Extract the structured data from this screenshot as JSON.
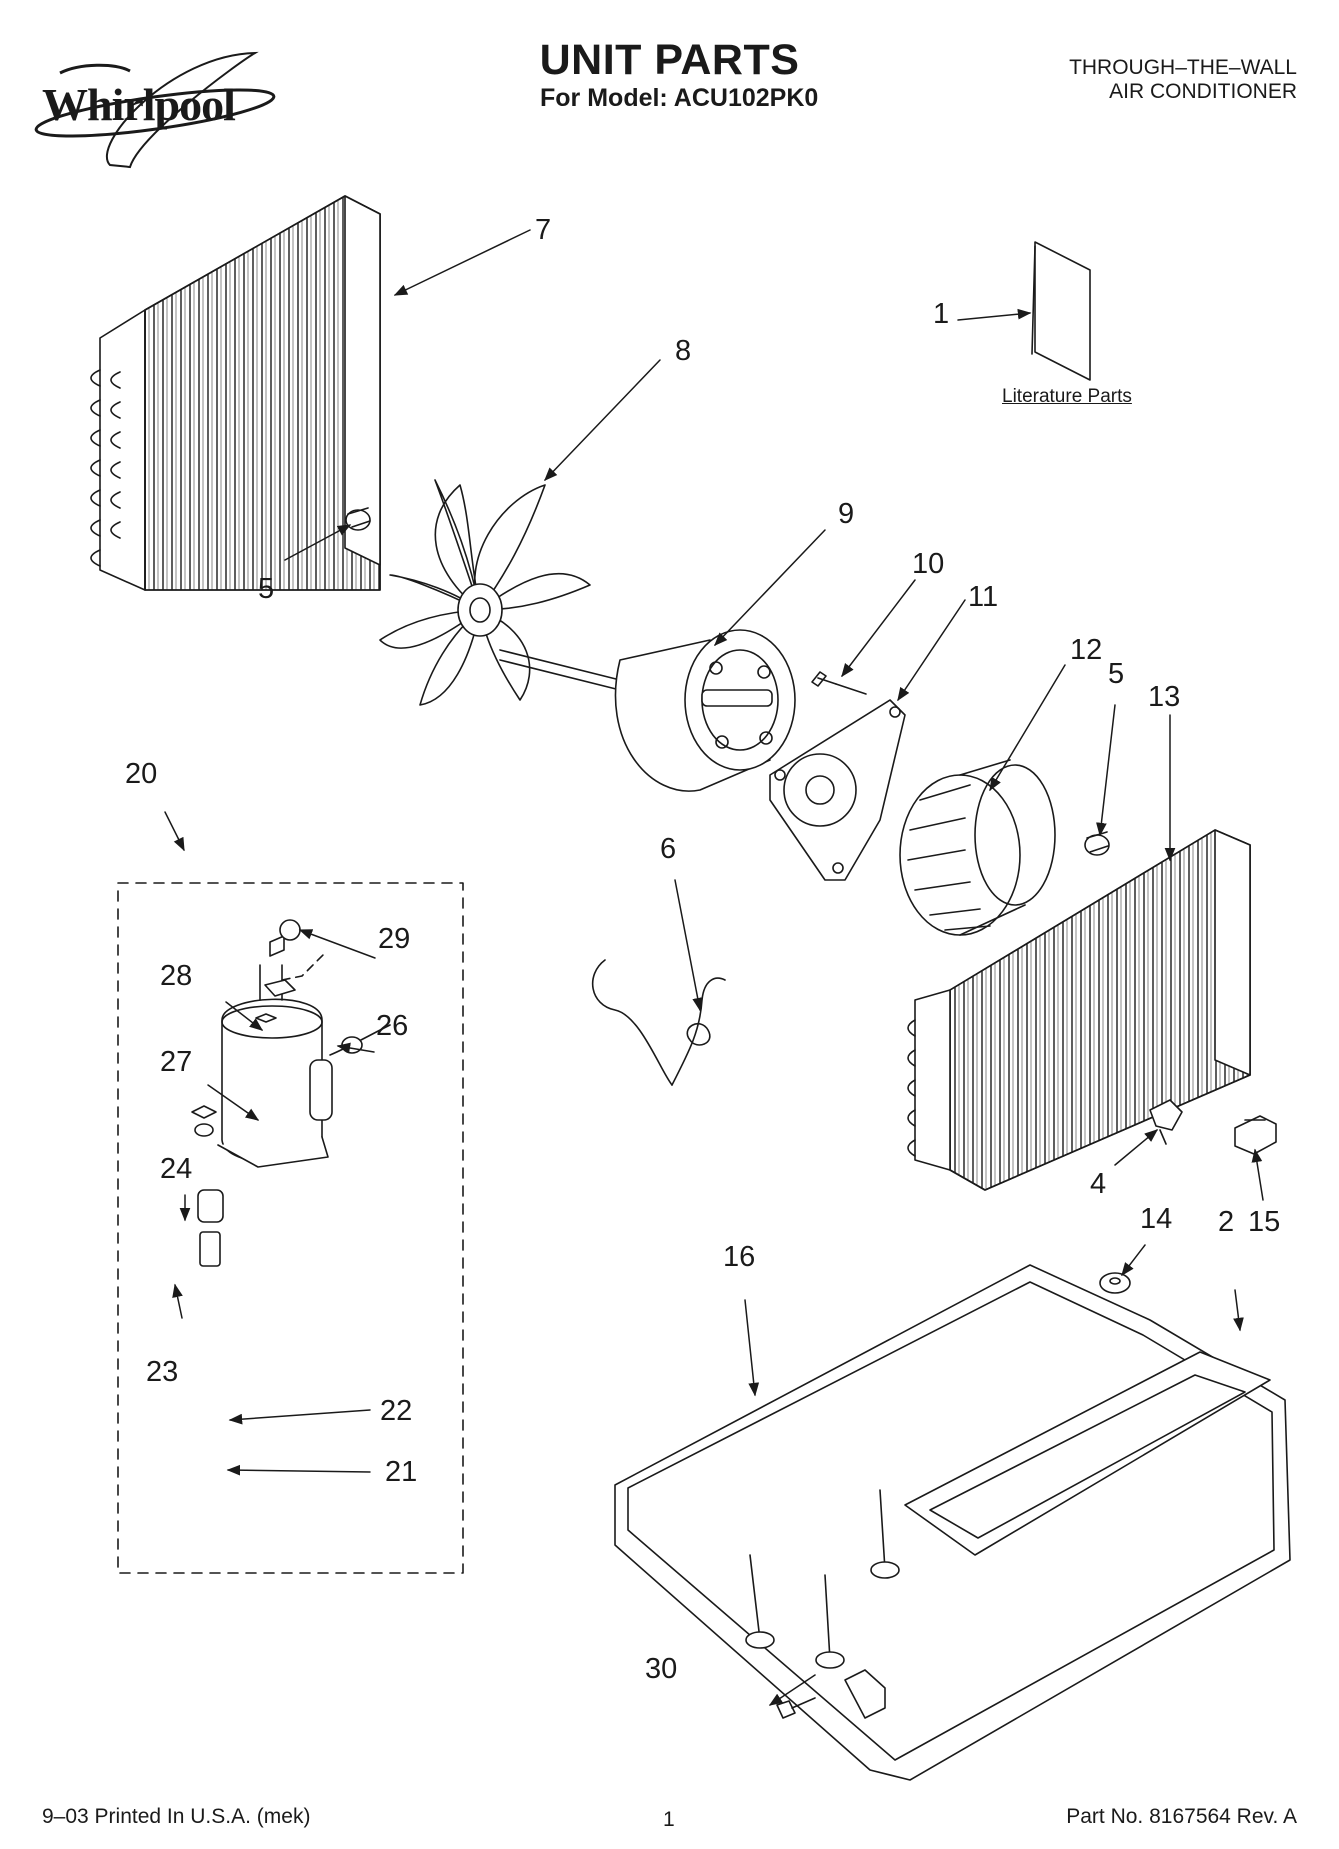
{
  "header": {
    "brand": "Whirlpool",
    "title": "UNIT PARTS",
    "subtitle": "For Model: ACU102PK0",
    "product_type": [
      "THROUGH–THE–WALL",
      "AIR CONDITIONER"
    ]
  },
  "literature_label": "Literature Parts",
  "callouts": [
    "1",
    "2",
    "4",
    "5",
    "5",
    "6",
    "7",
    "8",
    "9",
    "10",
    "11",
    "12",
    "13",
    "14",
    "15",
    "16",
    "20",
    "21",
    "22",
    "23",
    "24",
    "26",
    "27",
    "28",
    "29",
    "30"
  ],
  "footer": {
    "printed": "9–03 Printed In U.S.A. (mek)",
    "page": "1",
    "part_no": "Part No. 8167564 Rev. A"
  }
}
